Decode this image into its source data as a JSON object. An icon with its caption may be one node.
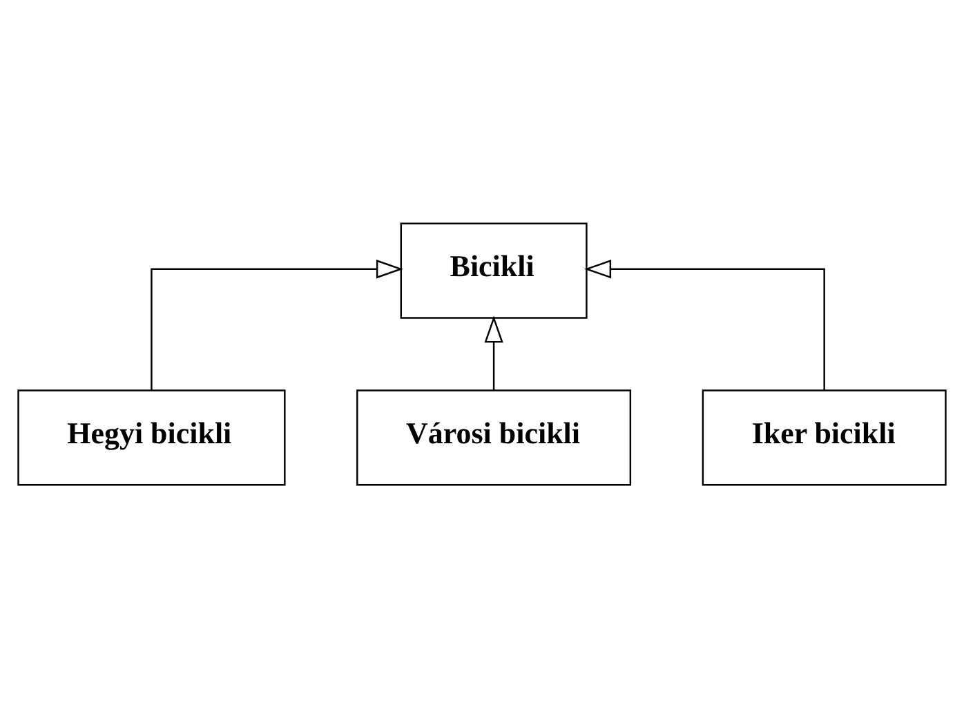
{
  "diagram": {
    "nodes": [
      {
        "text": [
          "Bicikli"
        ]
      },
      {
        "text": [
          "Hegyi bicikli"
        ]
      },
      {
        "text": [
          "Városi bicikli"
        ]
      },
      {
        "text": [
          "Iker bicikli"
        ]
      }
    ],
    "edges": [
      {
        "from": 2,
        "to": 0,
        "arrow": "to"
      },
      {
        "from": 1,
        "to": 0,
        "arrow": "to"
      },
      {
        "from": 3,
        "to": 0,
        "arrow": "to"
      }
    ]
  }
}
